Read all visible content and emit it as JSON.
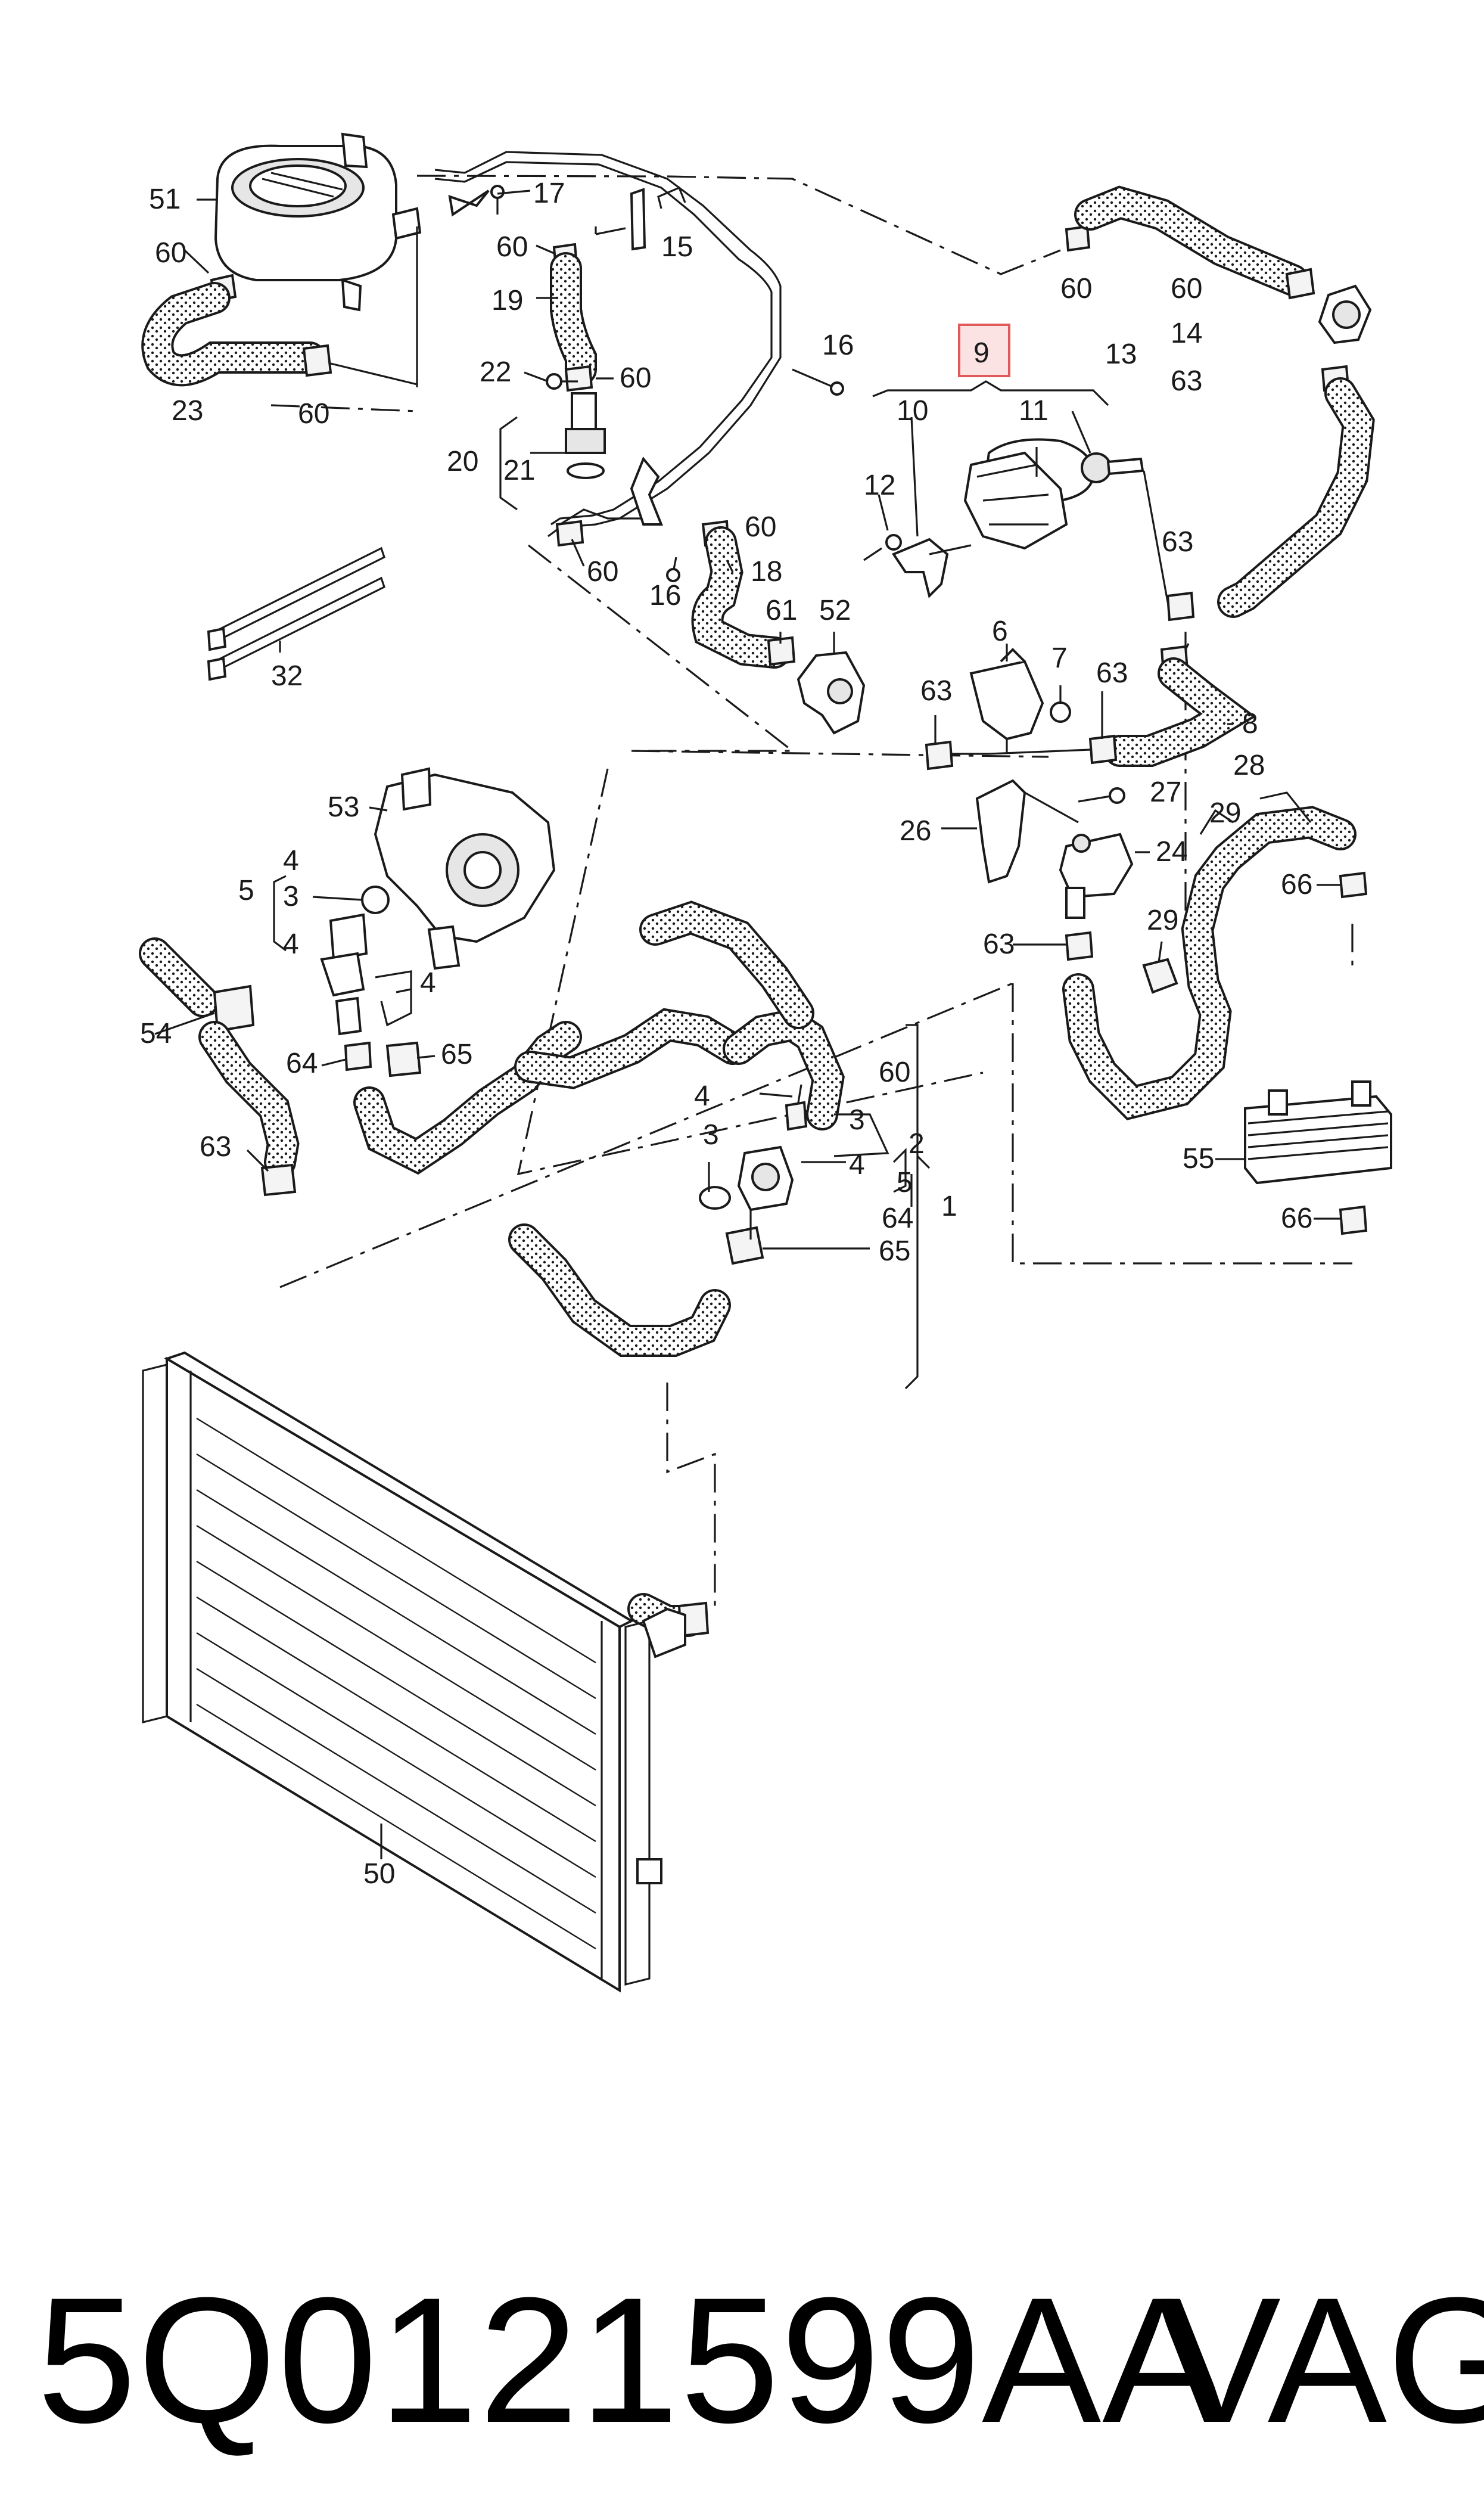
{
  "diagram": {
    "labels": {
      "p1": "1",
      "p2": "2",
      "p3a": "3",
      "p3b": "3",
      "p3c": "3",
      "p4a": "4",
      "p4b": "4",
      "p4c": "4",
      "p4d": "4",
      "p5a": "5",
      "p5b": "5",
      "p6": "6",
      "p7": "7",
      "p8": "8",
      "p9": "9",
      "p10": "10",
      "p11": "11",
      "p12": "12",
      "p13": "13",
      "p14": "14",
      "p15": "15",
      "p16a": "16",
      "p16b": "16",
      "p17": "17",
      "p18": "18",
      "p19": "19",
      "p20": "20",
      "p21": "21",
      "p22": "22",
      "p23": "23",
      "p24": "24",
      "p26": "26",
      "p27": "27",
      "p28": "28",
      "p29a": "29",
      "p29b": "29",
      "p32": "32",
      "p50": "50",
      "p51": "51",
      "p52": "52",
      "p53": "53",
      "p54": "54",
      "p55": "55",
      "p60a": "60",
      "p60b": "60",
      "p60c": "60",
      "p60d": "60",
      "p60e": "60",
      "p60f": "60",
      "p60g": "60",
      "p60h": "60",
      "p61": "61",
      "p63a": "63",
      "p63b": "63",
      "p63c": "63",
      "p63d": "63",
      "p63e": "63",
      "p63f": "63",
      "p64a": "64",
      "p64b": "64",
      "p65a": "65",
      "p65b": "65",
      "p66a": "66",
      "p66b": "66"
    },
    "highlight_color": "#e05a5a"
  },
  "footer": {
    "part_number": "5Q0121599AA",
    "brand": "VAG"
  }
}
